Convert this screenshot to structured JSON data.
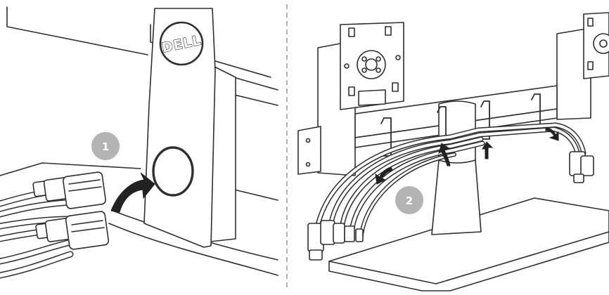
{
  "figure": {
    "colors": {
      "line": "#2e2e2e",
      "fill": "#ffffff",
      "badge": "#b3b3b3",
      "divider": "#b0b0b0",
      "arrow": "#222222"
    },
    "brand_logo": "DELL",
    "steps": [
      {
        "number": "1"
      },
      {
        "number": "2"
      }
    ],
    "icons": [
      "curved-arrow-icon",
      "dell-logo-icon",
      "cable-clip-icon"
    ]
  }
}
